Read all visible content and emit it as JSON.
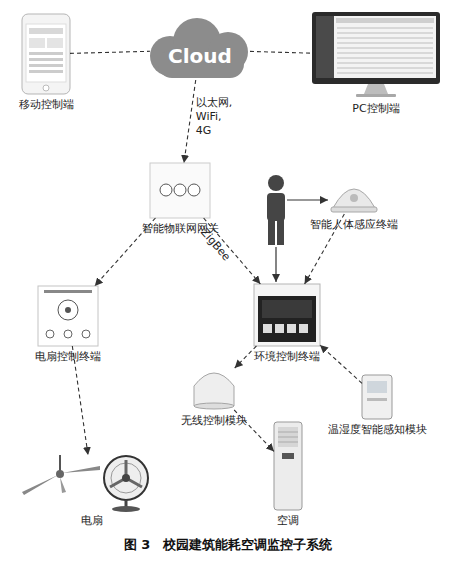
{
  "diagram": {
    "caption": "图 3　校园建筑能耗空调监控子系统",
    "nodes": [
      {
        "text": [
          "移动控制端"
        ]
      },
      {
        "text": [
          "Cloud"
        ]
      },
      {
        "text": [
          "PC控制端"
        ]
      },
      {
        "text": [
          "智能物联网网关"
        ]
      },
      {
        "text": [
          "智能人体感应终端"
        ]
      },
      {
        "text": [
          "电扇控制终端"
        ]
      },
      {
        "text": [
          "环境控制终端"
        ]
      },
      {
        "text": [
          "无线控制模块"
        ]
      },
      {
        "text": [
          "温湿度智能感知模块"
        ]
      },
      {
        "text": [
          "电扇"
        ]
      },
      {
        "text": [
          "空调"
        ]
      }
    ],
    "edges": [
      {
        "from": 0,
        "to": 1,
        "arrow": "none"
      },
      {
        "from": 1,
        "to": 2,
        "arrow": "none"
      },
      {
        "from": 1,
        "to": 3,
        "arrow": "to",
        "label": "以太网, WiFi, 4G"
      },
      {
        "from": 3,
        "to": 5,
        "arrow": "to"
      },
      {
        "from": 3,
        "to": 6,
        "arrow": "to",
        "label": "ZigBee"
      },
      {
        "from": 4,
        "to": 6,
        "arrow": "to"
      },
      {
        "from": 8,
        "to": 6,
        "arrow": "to"
      },
      {
        "from": 6,
        "to": 7,
        "arrow": "to"
      },
      {
        "from": 7,
        "to": 10,
        "arrow": "to"
      },
      {
        "from": 5,
        "to": 9,
        "arrow": "to"
      }
    ]
  }
}
